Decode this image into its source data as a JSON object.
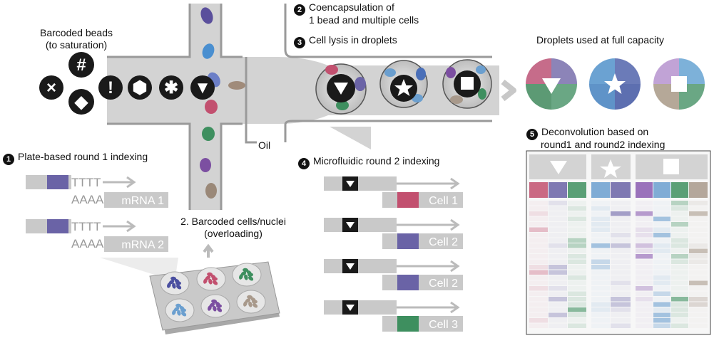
{
  "labels": {
    "barcoded_beads": "Barcoded beads",
    "to_saturation": "(to saturation)",
    "step2_number": "2",
    "coencapsulation_line1": "Coencapsulation of",
    "coencapsulation_line2": "1 bead and multiple cells",
    "step3_number": "3",
    "cell_lysis": "Cell lysis in droplets",
    "droplets_full": "Droplets used at full capacity",
    "oil": "Oil",
    "step1_number": "1",
    "plate_indexing": "Plate-based round 1 indexing",
    "step4_number": "4",
    "microfluidic_indexing": "Microfluidic round 2 indexing",
    "step5_number": "5",
    "deconvolution_line1": "Deconvolution based on",
    "deconvolution_line2": "round1 and round2 indexing",
    "barcoded_cells_line1": "2. Barcoded cells/nuclei",
    "barcoded_cells_line2": "(overloading)"
  },
  "bead_symbols": [
    "×",
    "#",
    "◆",
    "!",
    "⬢",
    "✱",
    "▼"
  ],
  "plate_reads": [
    {
      "oligo": "TTTT",
      "polyA": "AAAA",
      "mrna": "mRNA 1"
    },
    {
      "oligo": "TTTT",
      "polyA": "AAAA",
      "mrna": "mRNA 2"
    }
  ],
  "round2_cells": [
    {
      "label": "Cell 1",
      "color": "#c2506f"
    },
    {
      "label": "Cell 2",
      "color": "#6a63a6"
    },
    {
      "label": "Cell 2",
      "color": "#6a63a6"
    },
    {
      "label": "Cell 3",
      "color": "#3e8f5f"
    }
  ],
  "colors": {
    "red": "#c2506f",
    "purple": "#6a63a6",
    "green": "#3e8f5f",
    "blue": "#6b9fcf",
    "taupe": "#a8998b",
    "lavender": "#b59bd3",
    "channel_gray": "#d9d9d9",
    "bead_black": "#1a1a1a"
  },
  "full_droplet_symbols": [
    "triangle",
    "star",
    "square"
  ]
}
